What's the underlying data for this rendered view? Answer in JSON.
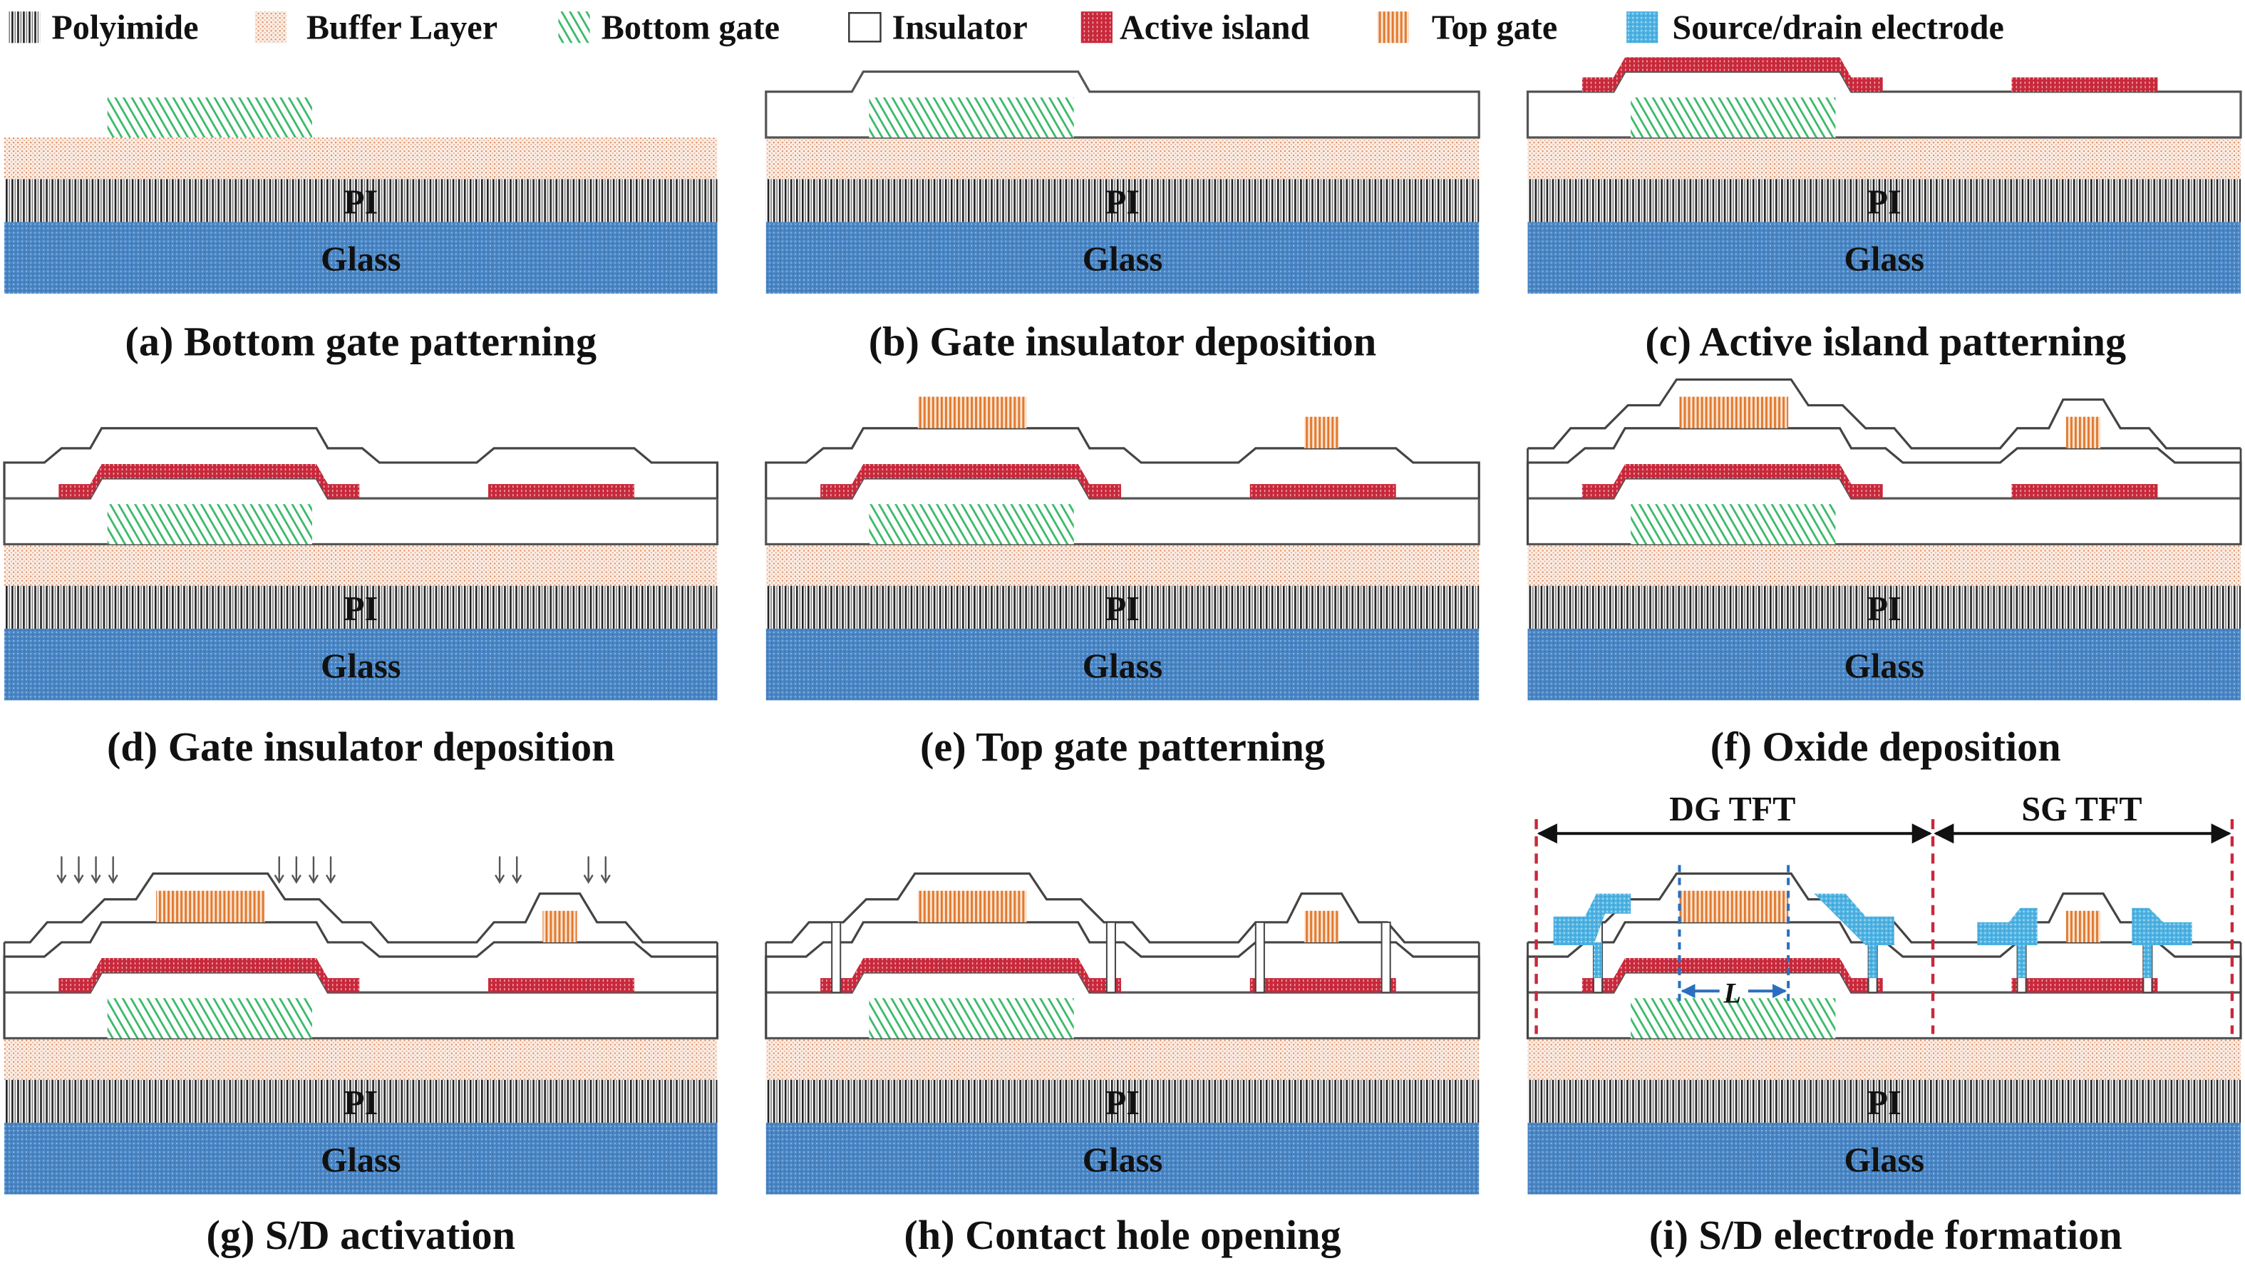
{
  "legend": [
    {
      "key": "polyimide",
      "label": "Polyimide",
      "pattern": "vertical-black-lines"
    },
    {
      "key": "buffer",
      "label": "Buffer Layer",
      "pattern": "orange-dots"
    },
    {
      "key": "bottom_gate",
      "label": "Bottom gate",
      "pattern": "green-diagonal"
    },
    {
      "key": "insulator",
      "label": "Insulator",
      "pattern": "white-outline"
    },
    {
      "key": "active",
      "label": "Active island",
      "pattern": "red-dense"
    },
    {
      "key": "top_gate",
      "label": "Top gate",
      "pattern": "orange-vertical-lines"
    },
    {
      "key": "sd",
      "label": "Source/drain electrode",
      "pattern": "light-blue-dots"
    }
  ],
  "colors": {
    "glass": "#4a86c5",
    "polyimide_line": "#222222",
    "buffer": "#e8a27a",
    "bottom_gate": "#3cba6a",
    "active": "#c8283a",
    "top_gate": "#e07a30",
    "sd": "#4fb3e3",
    "boundary": "#c8283a",
    "channel_marker": "#2a6fbf"
  },
  "substrate_labels": {
    "pi": "PI",
    "glass": "Glass"
  },
  "panels": [
    {
      "id": "a",
      "caption": "(a) Bottom gate patterning"
    },
    {
      "id": "b",
      "caption": "(b) Gate insulator deposition"
    },
    {
      "id": "c",
      "caption": "(c) Active island patterning"
    },
    {
      "id": "d",
      "caption": "(d) Gate insulator deposition"
    },
    {
      "id": "e",
      "caption": "(e) Top gate patterning"
    },
    {
      "id": "f",
      "caption": "(f) Oxide deposition"
    },
    {
      "id": "g",
      "caption": "(g) S/D activation"
    },
    {
      "id": "h",
      "caption": "(h) Contact hole opening"
    },
    {
      "id": "i",
      "caption": "(i) S/D electrode formation"
    }
  ],
  "annotations": {
    "dg_tft": "DG TFT",
    "sg_tft": "SG TFT",
    "channel_length": "L"
  }
}
